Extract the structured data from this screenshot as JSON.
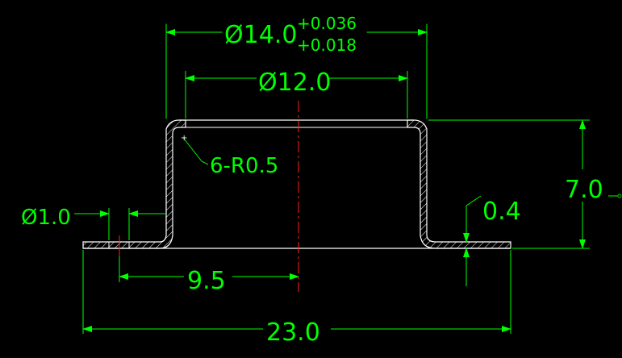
{
  "drawing": {
    "background": "#000000",
    "colors": {
      "dimension": "#00ff00",
      "outline": "#ffffff",
      "centerline": "#ff2020",
      "hatch": "#ffffff"
    },
    "dimensions": {
      "outer_diameter": {
        "base": "Ø14.0",
        "upper_tol": "+0.036",
        "lower_tol": "+0.018"
      },
      "inner_diameter": "Ø12.0",
      "fillet_radius": "6-R0.5",
      "hole_diameter": "Ø1.0",
      "thickness": "0.4",
      "height": "7.0",
      "half_distance": "9.5",
      "overall_width": "23.0"
    }
  }
}
